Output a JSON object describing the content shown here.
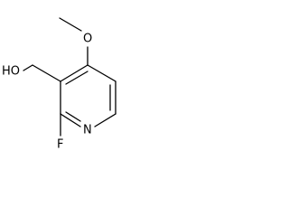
{
  "structure": {
    "atoms": {
      "oxygen_methoxy": "O",
      "hydroxyl": "HO",
      "nitrogen": "N",
      "fluorine": "F"
    }
  }
}
